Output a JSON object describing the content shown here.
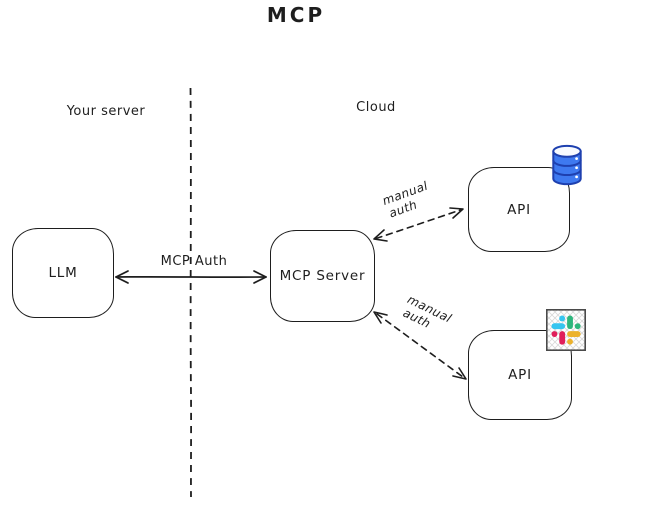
{
  "title": "MCP",
  "regions": {
    "left_label": "Your server",
    "right_label": "Cloud"
  },
  "nodes": {
    "llm": {
      "label": "LLM"
    },
    "mcp_server": {
      "label": "MCP Server"
    },
    "api_database": {
      "label": "API",
      "icon": "database-icon"
    },
    "api_slack": {
      "label": "API",
      "icon": "slack-icon"
    }
  },
  "edges": {
    "mcp_auth": {
      "label": "MCP Auth",
      "style": "solid",
      "arrows": "both"
    },
    "manual_auth_top": {
      "label_line1": "manual",
      "label_line2": "auth",
      "style": "dashed",
      "arrows": "both"
    },
    "manual_auth_bottom": {
      "label_line1": "manual",
      "label_line2": "auth",
      "style": "dashed",
      "arrows": "both"
    }
  },
  "colors": {
    "stroke": "#1e1e1e",
    "database_fill": "#3e79f0",
    "database_stroke": "#1e40af",
    "slack_blue": "#36c5f0",
    "slack_green": "#2eb67d",
    "slack_red": "#e01e5a",
    "slack_yellow": "#ecb22c"
  }
}
